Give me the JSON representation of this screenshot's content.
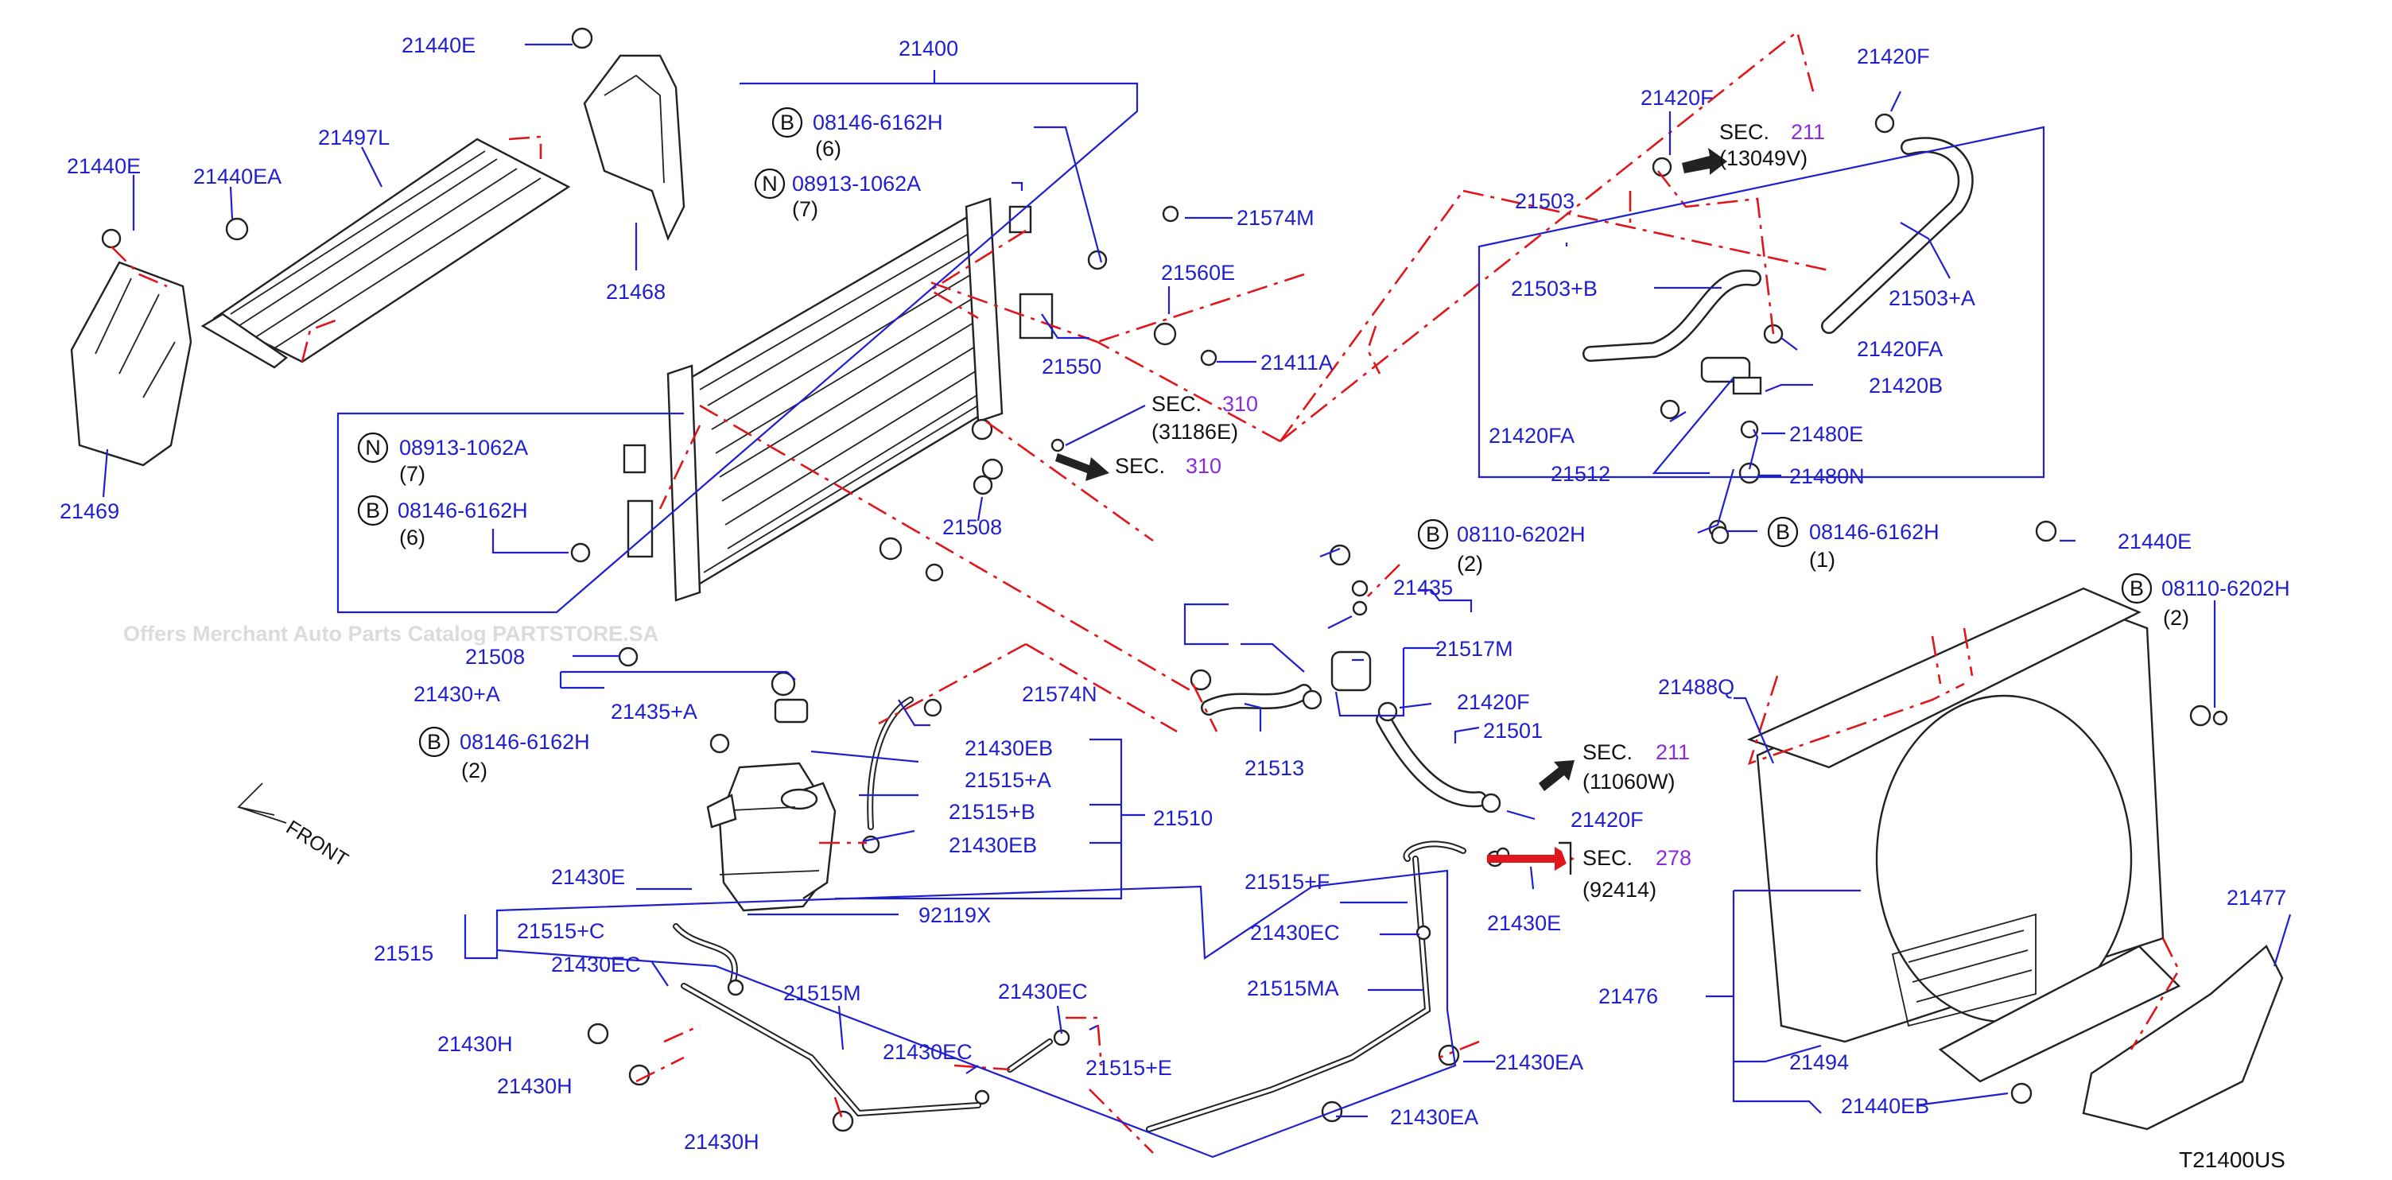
{
  "diagram_code": "T21400US",
  "watermark": "Offers Merchant Auto Parts Catalog PARTSTORE.SA",
  "front_label": "FRONT",
  "sec_word": "SEC.",
  "labels": {
    "p21440E_top": "21440E",
    "p21497L": "21497L",
    "p21440E_left": "21440E",
    "p21440EA": "21440EA",
    "p21468": "21468",
    "p21469": "21469",
    "p21400": "21400",
    "b08146_top": "08146-6162H",
    "b08146_top_qty": "(6)",
    "n08913_top": "08913-1062A",
    "n08913_top_qty": "(7)",
    "p21574M": "21574M",
    "p21560E": "21560E",
    "p21550": "21550",
    "p21411A": "21411A",
    "sec310_a": "310",
    "sec310_a_code": "(31186E)",
    "sec310_b": "310",
    "n08913_left": "08913-1062A",
    "n08913_left_qty": "(7)",
    "b08146_left": "08146-6162H",
    "b08146_left_qty": "(6)",
    "p21508_right": "21508",
    "p21508_left": "21508",
    "p21574N": "21574N",
    "p21430A": "21430+A",
    "p21435A": "21435+A",
    "b08146_tank": "08146-6162H",
    "b08146_tank_qty": "(2)",
    "p21430EB_a": "21430EB",
    "p21515A": "21515+A",
    "p21515B": "21515+B",
    "p21430EB_b": "21430EB",
    "p21510": "21510",
    "p21430E_a": "21430E",
    "p92119X": "92119X",
    "p21515": "21515",
    "p21515C": "21515+C",
    "p21430EC_a": "21430EC",
    "p21515M": "21515M",
    "p21430H_a": "21430H",
    "p21430H_b": "21430H",
    "p21430H_c": "21430H",
    "p21430EC_b": "21430EC",
    "p21430EC_c": "21430EC",
    "p21515E": "21515+E",
    "p21515F": "21515+F",
    "p21430EC_d": "21430EC",
    "p21515MA": "21515MA",
    "p21430EA_a": "21430EA",
    "p21430EA_b": "21430EA",
    "sec278": "278",
    "sec278_code": "(92414)",
    "p21430E_b": "21430E",
    "p21513": "21513",
    "b08110_mid": "08110-6202H",
    "b08110_mid_qty": "(2)",
    "p21435": "21435",
    "p21517M": "21517M",
    "p21420F_mid": "21420F",
    "p21501": "21501",
    "sec211_mid": "211",
    "sec211_mid_code": "(11060W)",
    "p21420F_low": "21420F",
    "p21420F_top": "21420F",
    "p21420F_upper": "21420F",
    "sec211_top": "211",
    "sec211_top_code": "(13049V)",
    "p21503": "21503",
    "p21503B": "21503+B",
    "p21503A": "21503+A",
    "p21420FA_right": "21420FA",
    "p21420B": "21420B",
    "p21420FA_left": "21420FA",
    "p21480E": "21480E",
    "p21512": "21512",
    "p21480N": "21480N",
    "b08146_right": "08146-6162H",
    "b08146_right_qty": "(1)",
    "p21440E_right": "21440E",
    "b08110_right": "08110-6202H",
    "b08110_right_qty": "(2)",
    "p21488Q": "21488Q",
    "p21476": "21476",
    "p21494": "21494",
    "p21440EB": "21440EB",
    "p21477": "21477"
  },
  "bolt_markers": {
    "bolt": "B",
    "nut": "N"
  },
  "colors": {
    "label": "#1f1fd0",
    "dash_line": "#e0161b",
    "sec_number": "#8a2be2",
    "part_outline": "#222222"
  }
}
